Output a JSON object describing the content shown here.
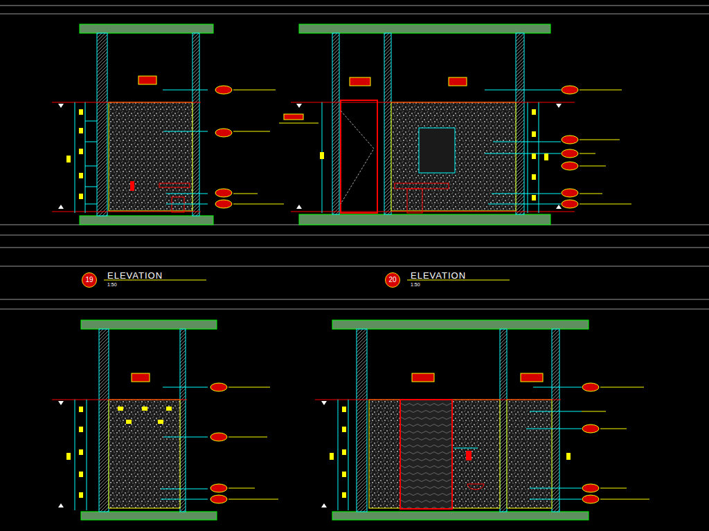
{
  "diagram": {
    "nodes": [
      {
        "text": [
          "19"
        ]
      },
      {
        "text": [
          "20"
        ]
      }
    ],
    "labels": [
      "ELEVATION",
      "1:50",
      "ELEVATION",
      "1:50"
    ]
  }
}
